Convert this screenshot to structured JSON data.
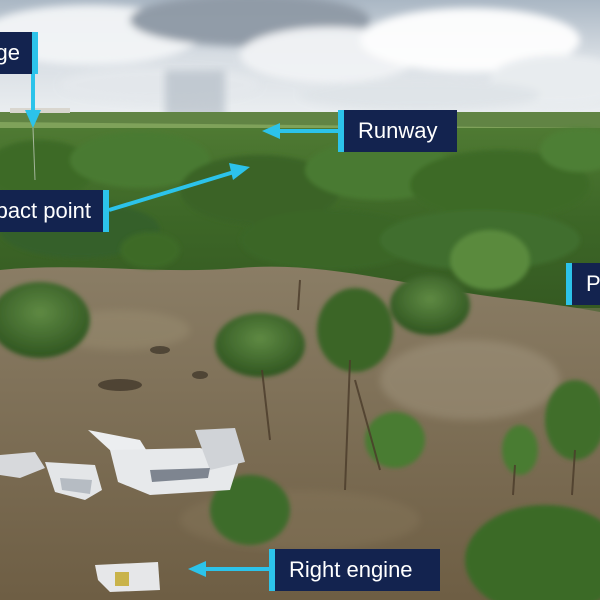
{
  "labels": {
    "wreck_site": "Wreckage",
    "runway": "Runway",
    "impact_point": "First impact point",
    "power_line": "Power line",
    "right_engine": "Right engine"
  },
  "colors": {
    "label_background": "#13234f",
    "label_text": "#ffffff",
    "arrow": "#2cc3ea",
    "water": "#7b6c52",
    "vegetation": "#3f6a2a",
    "sky": "#c9d4df"
  }
}
